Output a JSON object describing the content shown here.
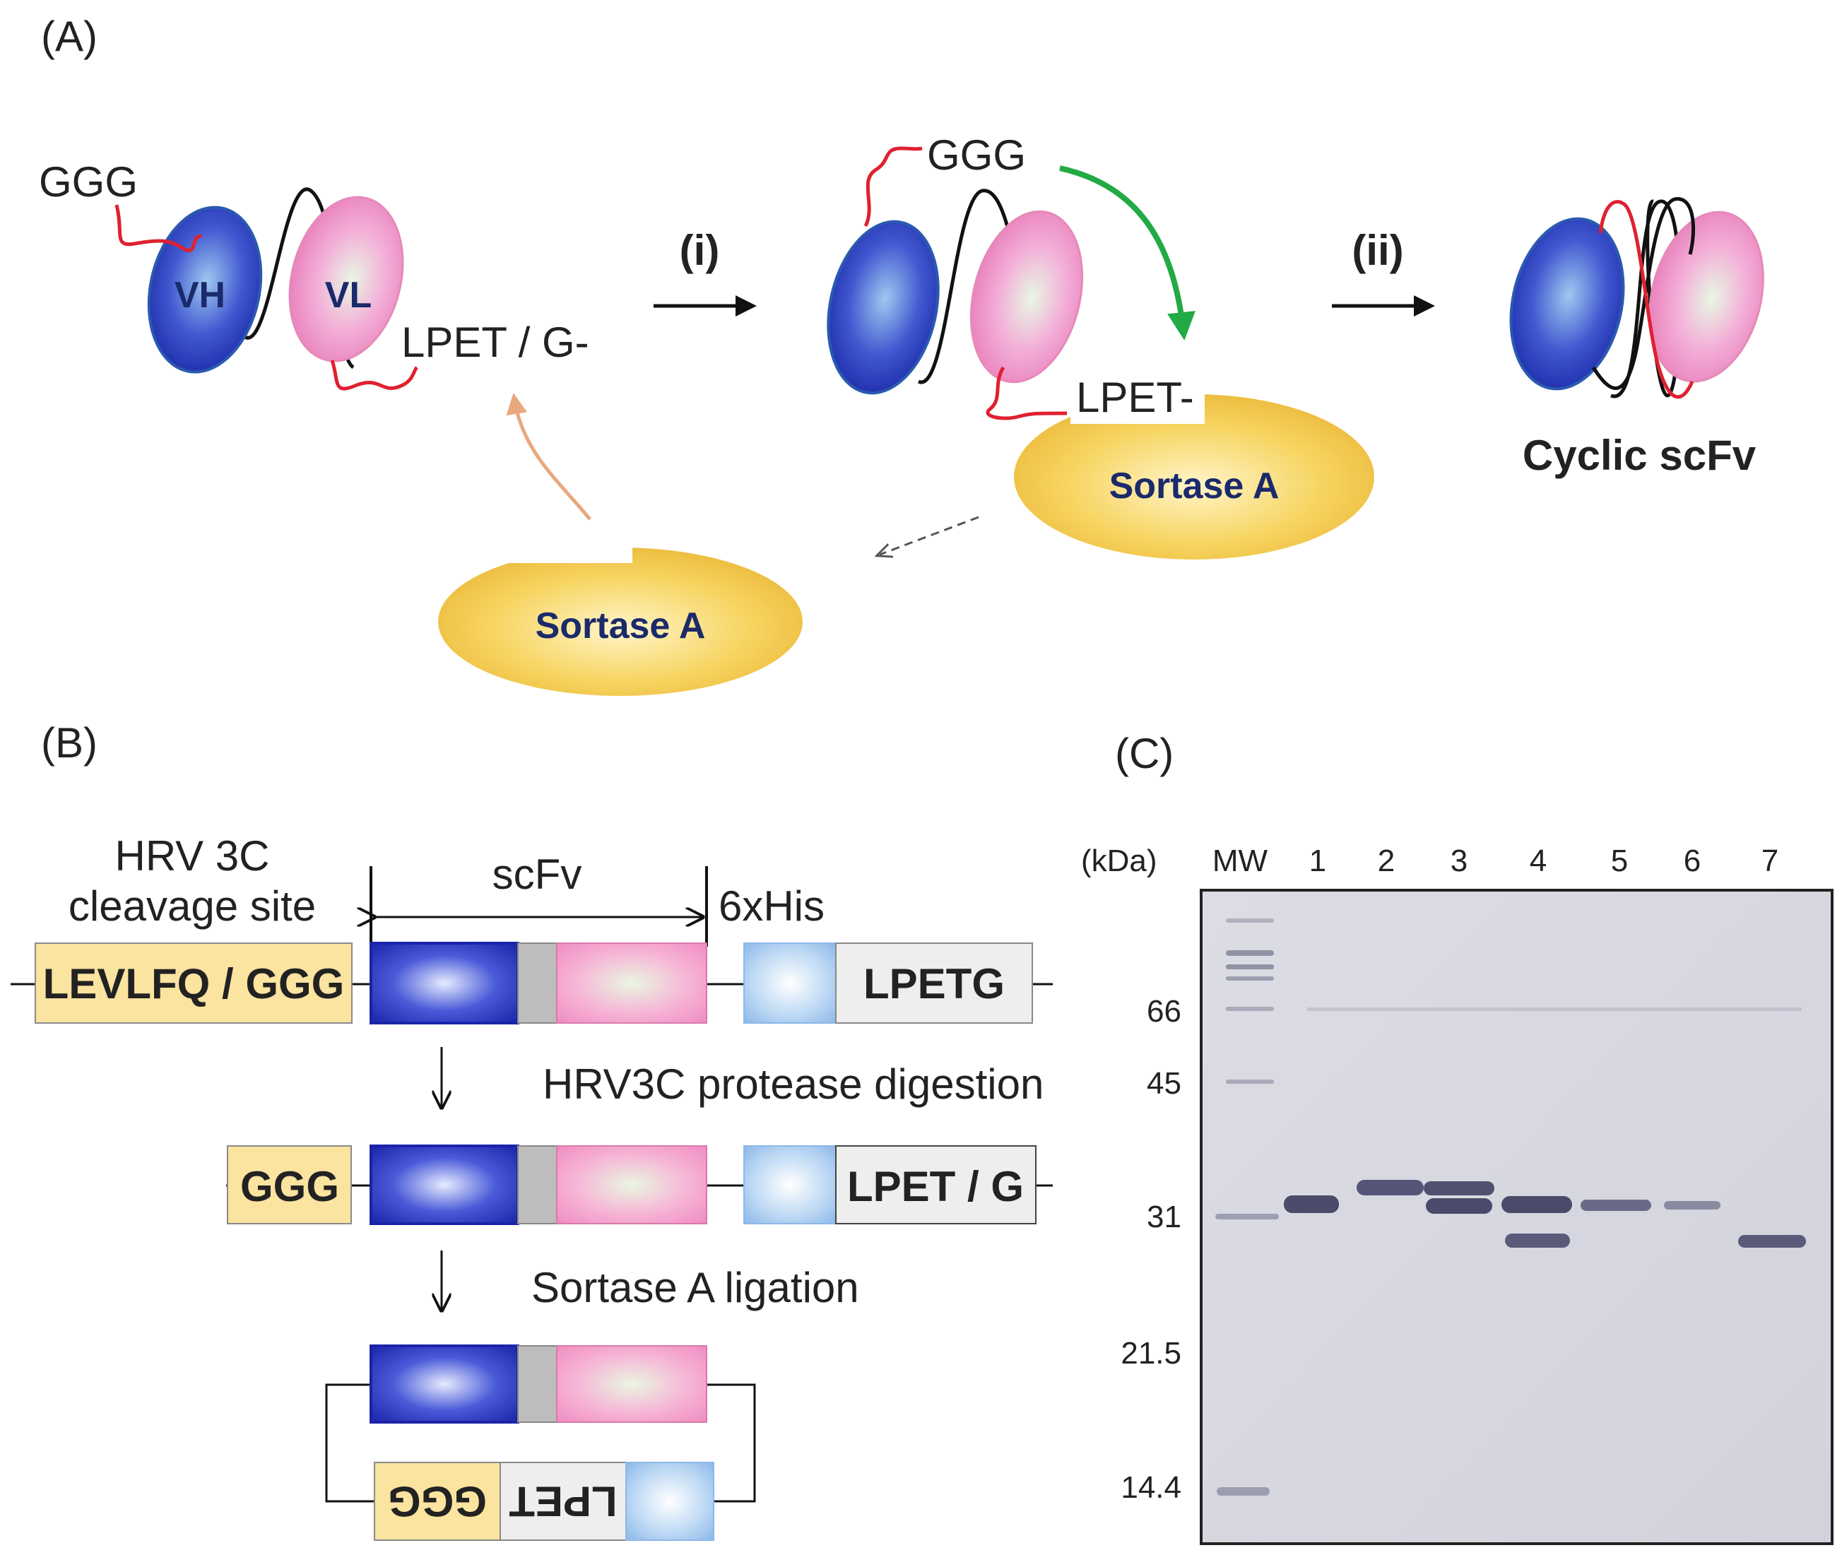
{
  "panel_a": {
    "label": "(A)",
    "ggg_left": "GGG",
    "vh": "VH",
    "vl": "VL",
    "lpet_g": "LPET / G-",
    "step_i": "(i)",
    "ggg_mid": "GGG",
    "lpet_mid": "LPET-",
    "sortase_mid": "Sortase A",
    "sortase_bottom": "Sortase A",
    "step_ii": "(ii)",
    "cyclic": "Cyclic scFv"
  },
  "panel_b": {
    "label": "(B)",
    "hrv_line1": "HRV 3C",
    "hrv_line2": "cleavage site",
    "scfv": "scFv",
    "his": "6xHis",
    "box_levlfq": "LEVLFQ / GGG",
    "box_lpetg": "LPETG",
    "step1": "HRV3C  protease  digestion",
    "box_ggg": "GGG",
    "box_lpet_g": "LPET / G",
    "step2": "Sortase A ligation",
    "box_ggg_flip": "GGG",
    "box_lpet_flip": "LPET"
  },
  "panel_c": {
    "label": "(C)",
    "unit": "(kDa)",
    "lanes": [
      "MW",
      "1",
      "2",
      "3",
      "4",
      "5",
      "6",
      "7"
    ],
    "markers": [
      "66",
      "45",
      "31",
      "21.5",
      "14.4"
    ]
  },
  "colors": {
    "vh_blue": "#2430b8",
    "vl_pink": "#f08cc0",
    "linker_red": "#e02030",
    "sortase_yellow": "#f5c842",
    "green_arrow": "#22aa44",
    "tan_arrow": "#e8a880",
    "box_yellow": "#fbe3a0",
    "his_blue": "#a8ccf0",
    "gel_bg": "#d8d8e0"
  }
}
